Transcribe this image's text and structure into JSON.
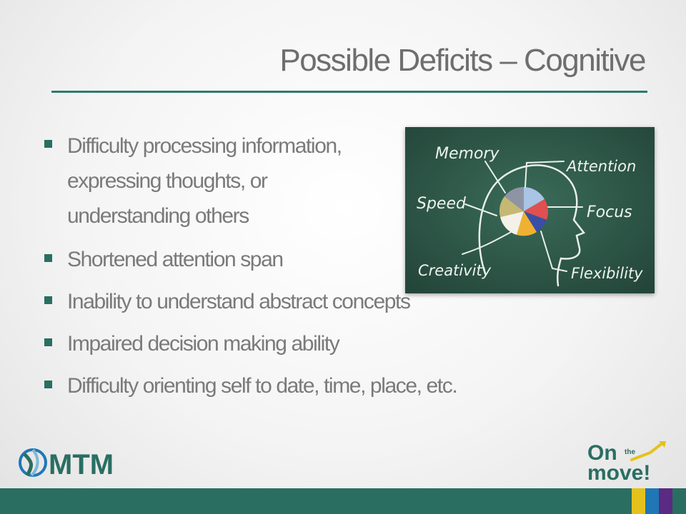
{
  "slide": {
    "title": "Possible Deficits  – Cognitive",
    "bullets": [
      "Difficulty processing information, expressing thoughts, or understanding others",
      "Shortened attention span",
      "Inability to understand abstract concepts",
      "Impaired decision making ability",
      "Difficulty orienting self to date, time, place, etc."
    ]
  },
  "chalkboard": {
    "labels": {
      "memory": "Memory",
      "attention": "Attention",
      "speed": "Speed",
      "focus": "Focus",
      "creativity": "Creativity",
      "flexibility": "Flexibility"
    }
  },
  "logos": {
    "mtm": "MTM",
    "on_the_move_on": "On",
    "on_the_move_the": "the",
    "on_the_move_move": "move!"
  },
  "colors": {
    "accent": "#2a6e62",
    "title": "#6e6e6e",
    "body_text": "#7a7a7a",
    "chalkboard": "#2f5a4a",
    "stripe_yellow": "#e4c21b",
    "stripe_blue": "#1f77b6",
    "stripe_purple": "#5b2a82"
  }
}
